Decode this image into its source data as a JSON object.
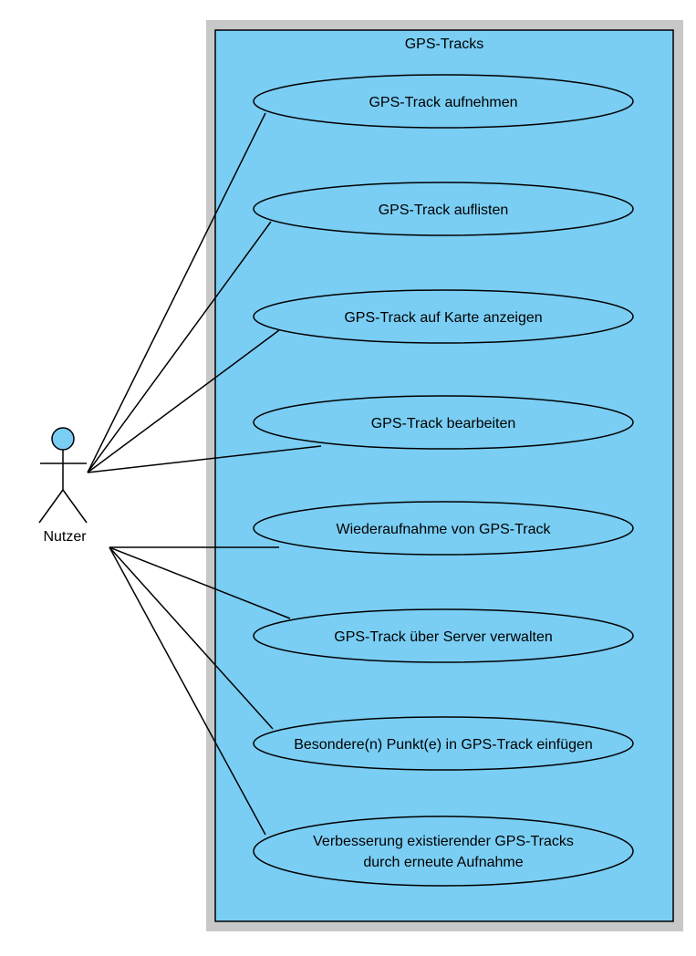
{
  "system": {
    "title": "GPS-Tracks",
    "fill_color": "#7ACEF4",
    "frame_color": "#C8C8C8"
  },
  "actor": {
    "label": "Nutzer",
    "head_color": "#7ACEF4"
  },
  "use_cases": [
    {
      "lines": [
        "GPS-Track aufnehmen"
      ]
    },
    {
      "lines": [
        "GPS-Track auflisten"
      ]
    },
    {
      "lines": [
        "GPS-Track auf Karte anzeigen"
      ]
    },
    {
      "lines": [
        "GPS-Track bearbeiten"
      ]
    },
    {
      "lines": [
        "Wiederaufnahme von GPS-Track"
      ]
    },
    {
      "lines": [
        "GPS-Track über Server verwalten"
      ]
    },
    {
      "lines": [
        "Besondere(n) Punkt(e) in GPS-Track einfügen"
      ]
    },
    {
      "lines": [
        "Verbesserung existierender GPS-Tracks",
        "durch erneute Aufnahme"
      ]
    }
  ]
}
